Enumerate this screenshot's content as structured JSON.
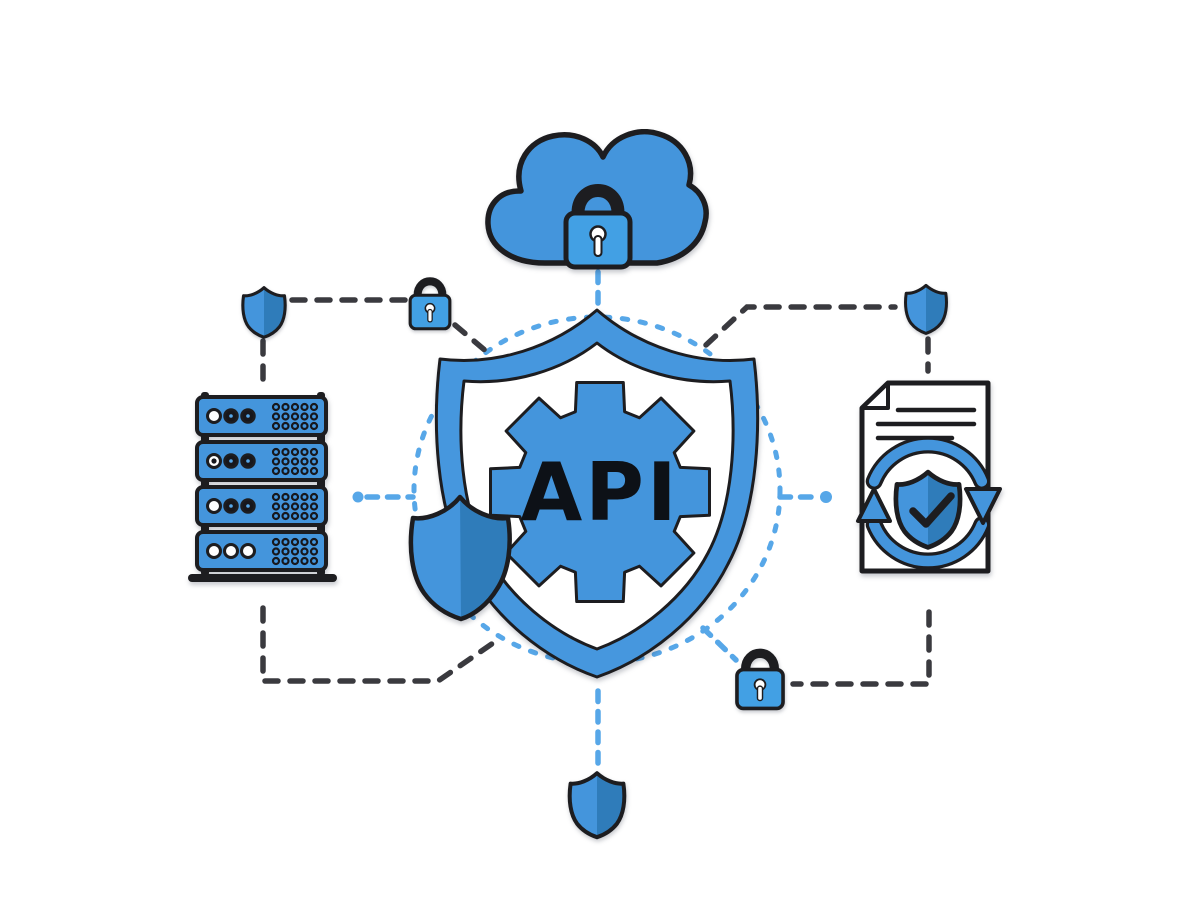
{
  "illustration": {
    "label": "API",
    "background": "#ffffff",
    "colors": {
      "bg": "#ffffff",
      "blue": "#4495dc",
      "blue_dark": "#2f7cba",
      "lock_blue": "#42a0e4",
      "band_blue": "#4697de",
      "outline": "#1d1d20",
      "dash_dark": "#3a3a3f",
      "dash_blue": "#57a7e8",
      "label_color": "#0d1117",
      "white": "#ffffff",
      "server_dot": "#17171c"
    },
    "icons": [
      "cloud-lock-icon",
      "server-rack-icon",
      "api-shield-gear-icon",
      "document-sync-shield-icon",
      "shield-icon-top-left",
      "padlock-icon-top-left",
      "shield-icon-top-right",
      "padlock-icon-bottom-right",
      "shield-icon-bottom",
      "shield-overlay-icon"
    ]
  }
}
